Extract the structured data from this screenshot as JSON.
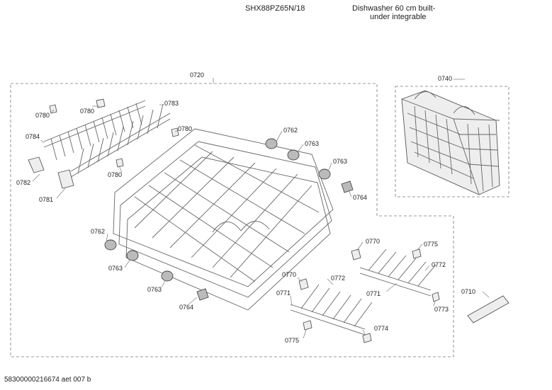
{
  "header": {
    "model": "SHX88PZ65N/18",
    "description_line1": "Dishwasher 60 cm built-",
    "description_line2": "under integrable"
  },
  "footer": {
    "doc_id": "58300000216674 aet 007 b"
  },
  "labels": {
    "l0720": "0720",
    "l0740": "0740",
    "l0780a": "0780",
    "l0780b": "0780",
    "l0780c": "0780",
    "l0780d": "0780",
    "l0783a": "0783",
    "l0784": "0784",
    "l0782": "0782",
    "l0781": "0781",
    "l0762a": "0762",
    "l0763a": "0763",
    "l0763b": "0763",
    "l0764a": "0764",
    "l0762b": "0762",
    "l0763c": "0763",
    "l0763d": "0763",
    "l0764b": "0764",
    "l0770a": "0770",
    "l0775a": "0775",
    "l0772a": "0772",
    "l0771a": "0771",
    "l0773": "0773",
    "l0710": "0710",
    "l0770b": "0770",
    "l0772b": "0772",
    "l0771b": "0771",
    "l0774": "0774",
    "l0775b": "0775"
  }
}
